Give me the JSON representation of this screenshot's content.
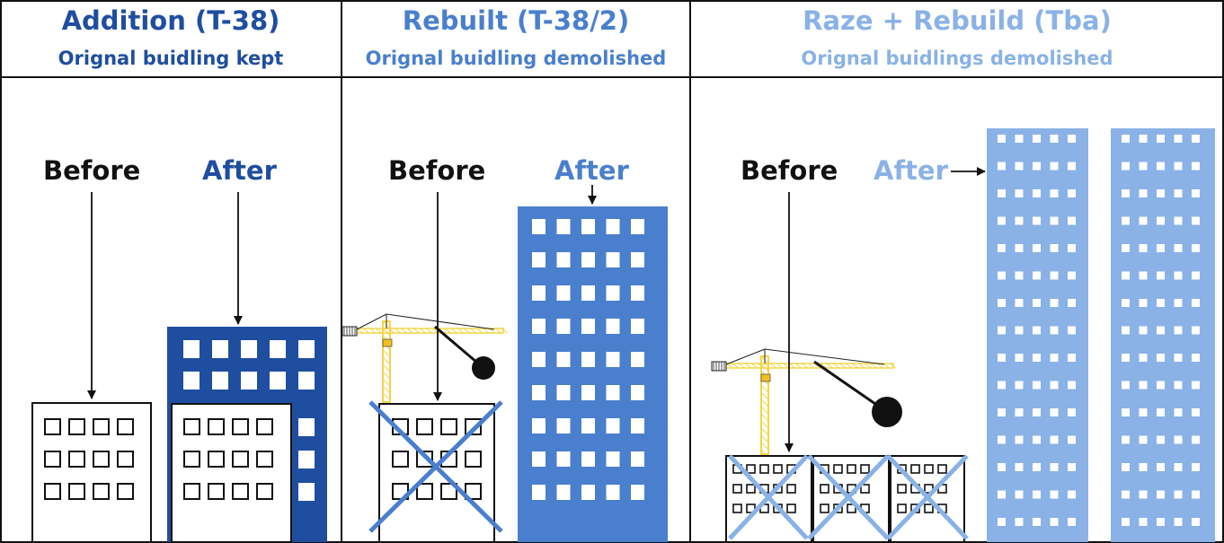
{
  "colors": {
    "dark_blue": "#1f4ea0",
    "mid_blue": "#4a7fcd",
    "light_blue": "#8ab2e6",
    "black": "#111111",
    "crane_yellow": "#f2d64a"
  },
  "panels": [
    {
      "title": "Addition (T-38)",
      "subtitle": "Orignal buidling kept",
      "before_label": "Before",
      "after_label": "After"
    },
    {
      "title": "Rebuilt (T-38/2)",
      "subtitle": "Orignal buidling demolished",
      "before_label": "Before",
      "after_label": "After"
    },
    {
      "title": "Raze + Rebuild (Tba)",
      "subtitle": "Orignal buidlings demolished",
      "before_label": "Before",
      "after_label": "After"
    }
  ],
  "icons": [
    "building-icon",
    "crane-icon",
    "wrecking-ball-icon",
    "demolish-x-icon",
    "arrow-icon"
  ]
}
